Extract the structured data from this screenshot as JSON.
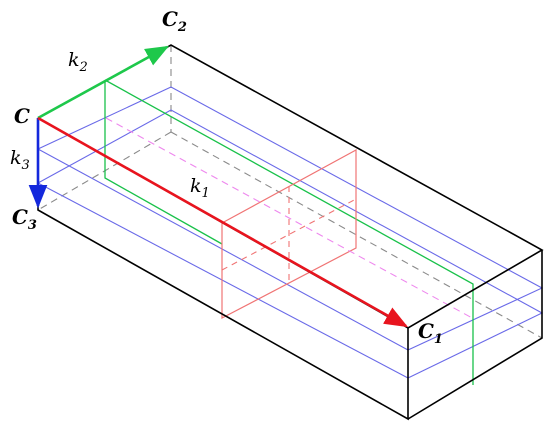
{
  "labels": {
    "c": "C",
    "c1_main": "C",
    "c1_sub": "1",
    "c2_main": "C",
    "c2_sub": "2",
    "c3_main": "C",
    "c3_sub": "3",
    "k1_main": "k",
    "k1_sub": "1",
    "k2_main": "k",
    "k2_sub": "2",
    "k3_main": "k",
    "k3_sub": "3"
  },
  "colors": {
    "axis_k1": "#e8141e",
    "axis_k2": "#1ec84b",
    "axis_k3": "#1428dc",
    "box": "#000000",
    "blue_planes": "#6a6ae8",
    "green_planes": "#19c14a",
    "red_section": "#f07474"
  }
}
